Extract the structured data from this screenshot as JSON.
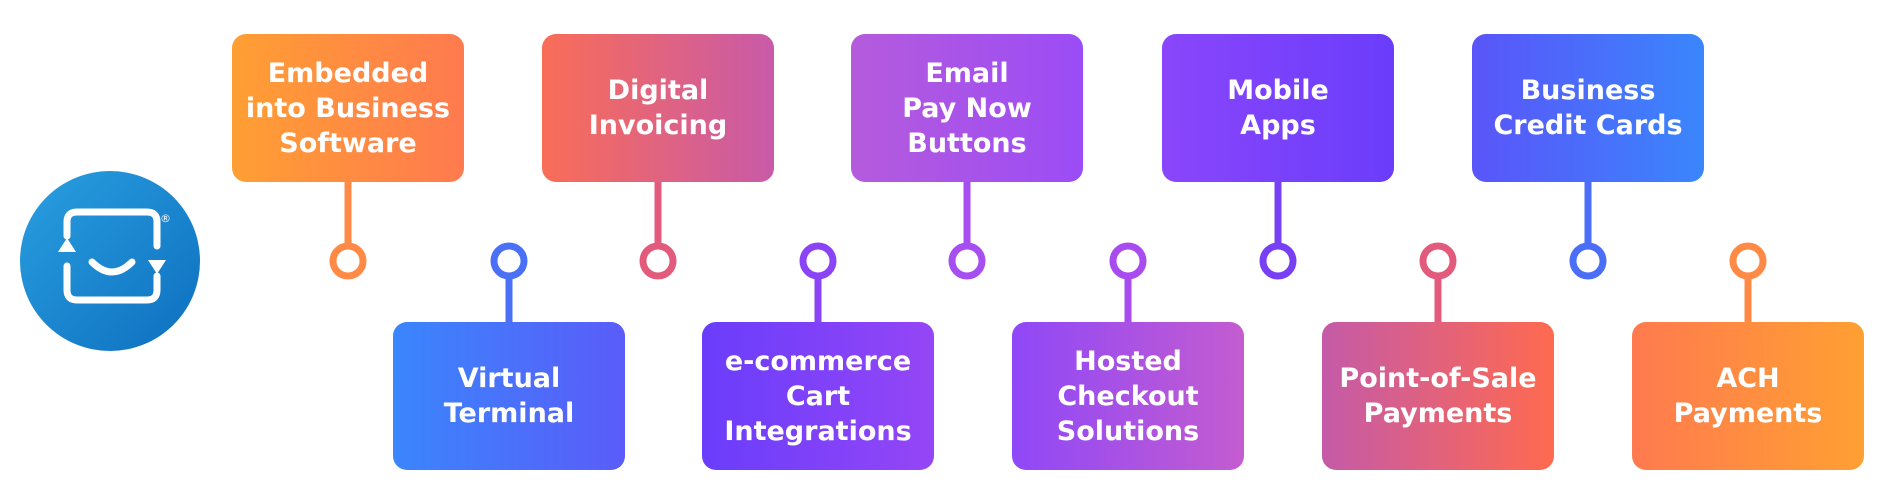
{
  "logo": {
    "name": "circular-arrows-logo",
    "registered_mark": "®"
  },
  "colors": {
    "timeline_start": "#2f8fd6",
    "timeline_mid": "#a84cf0",
    "timeline_end": "#ffa032",
    "logo_light": "#2a9fe0",
    "logo_dark": "#0d6fbf"
  },
  "top_items": [
    {
      "label": "Embedded\ninto Business\nSoftware",
      "color_from": "#ff9f33",
      "color_to": "#ff7a4f",
      "node_color": "#ff8a45"
    },
    {
      "label": "Digital\nInvoicing",
      "color_from": "#f96d57",
      "color_to": "#c85aa8",
      "node_color": "#e25a7c"
    },
    {
      "label": "Email\nPay Now\nButtons",
      "color_from": "#b55bdc",
      "color_to": "#9b4cf6",
      "node_color": "#a64ef2"
    },
    {
      "label": "Mobile\nApps",
      "color_from": "#8a46fb",
      "color_to": "#6a3dfb",
      "node_color": "#7740f5"
    },
    {
      "label": "Business\nCredit Cards",
      "color_from": "#5a55f9",
      "color_to": "#3a86fc",
      "node_color": "#4a6ef8"
    }
  ],
  "bottom_items": [
    {
      "label": "Virtual\nTerminal",
      "color_from": "#3a86fc",
      "color_to": "#5a5cf9",
      "node_color": "#4a70f5"
    },
    {
      "label": "e-commerce\nCart\nIntegrations",
      "color_from": "#6a3dfb",
      "color_to": "#9446f6",
      "node_color": "#8a44f5"
    },
    {
      "label": "Hosted\nCheckout\nSolutions",
      "color_from": "#8f48f7",
      "color_to": "#c45cd0",
      "node_color": "#a84cf0"
    },
    {
      "label": "Point-of-Sale\nPayments",
      "color_from": "#c45aa8",
      "color_to": "#ff6a4f",
      "node_color": "#e25a7c"
    },
    {
      "label": "ACH\nPayments",
      "color_from": "#ff7a4f",
      "color_to": "#ffa032",
      "node_color": "#ff8a45"
    }
  ]
}
